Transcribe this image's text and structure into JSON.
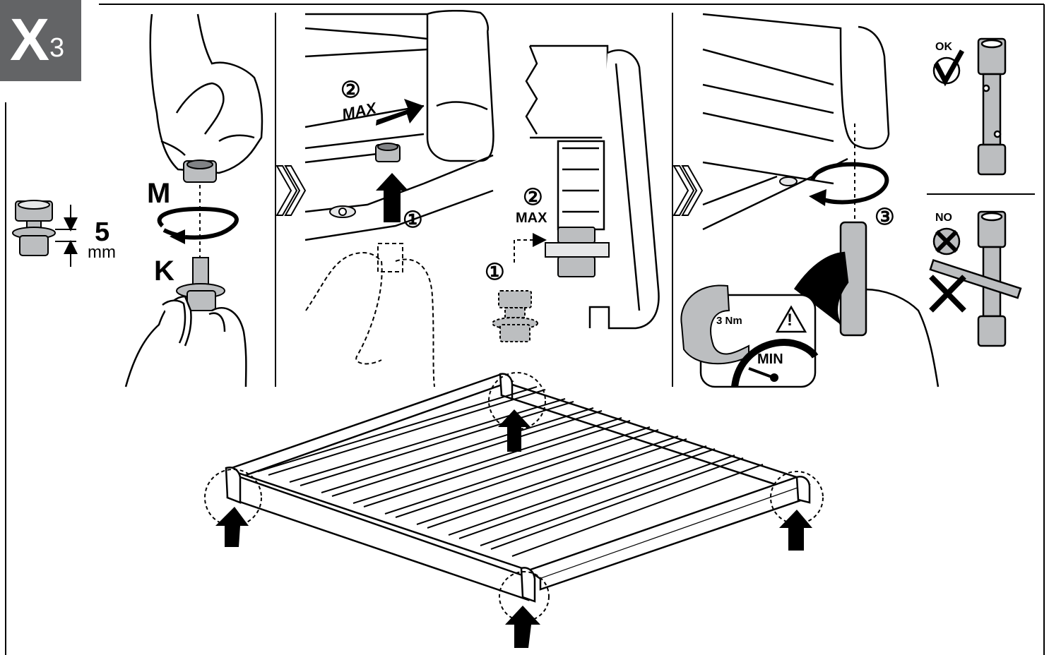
{
  "badge": {
    "letter": "X",
    "count": "3"
  },
  "panel1": {
    "bolt_height_value": "5",
    "bolt_height_unit": "mm",
    "nut_label": "M",
    "bolt_label": "K"
  },
  "panel2": {
    "step1": "①",
    "step2": "②",
    "max_label": "MAX"
  },
  "panel3": {
    "step1": "①",
    "step2": "②",
    "max_label": "MAX"
  },
  "panel4": {
    "step3": "③",
    "torque": "3 Nm",
    "min_label": "MIN",
    "warning_symbol": "!"
  },
  "panel5": {
    "ok_label": "OK",
    "no_label": "NO"
  },
  "colors": {
    "badge_bg": "#636466",
    "stroke": "#000000",
    "fill_gray": "#bcbec0",
    "fill_light": "#e6e7e8"
  }
}
